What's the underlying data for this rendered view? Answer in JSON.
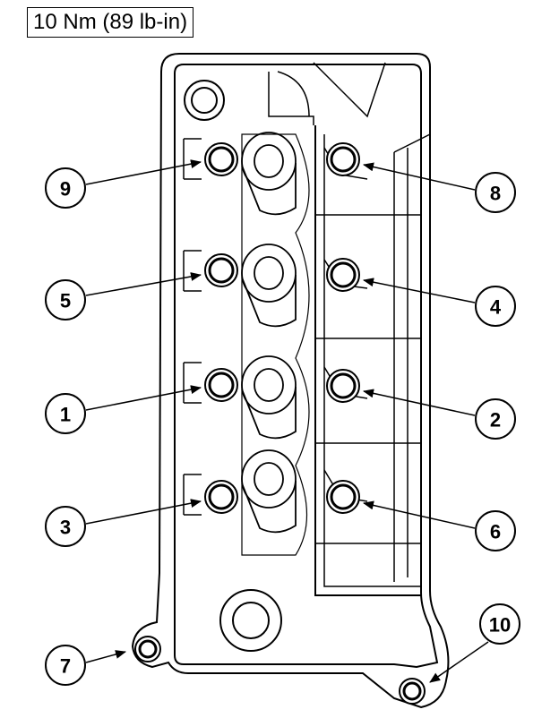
{
  "torque_spec": "10 Nm (89 lb-in)",
  "callouts": [
    "9",
    "5",
    "1",
    "3",
    "7",
    "8",
    "4",
    "2",
    "6",
    "10"
  ],
  "colors": {
    "ink": "#000000",
    "paper": "#ffffff"
  }
}
